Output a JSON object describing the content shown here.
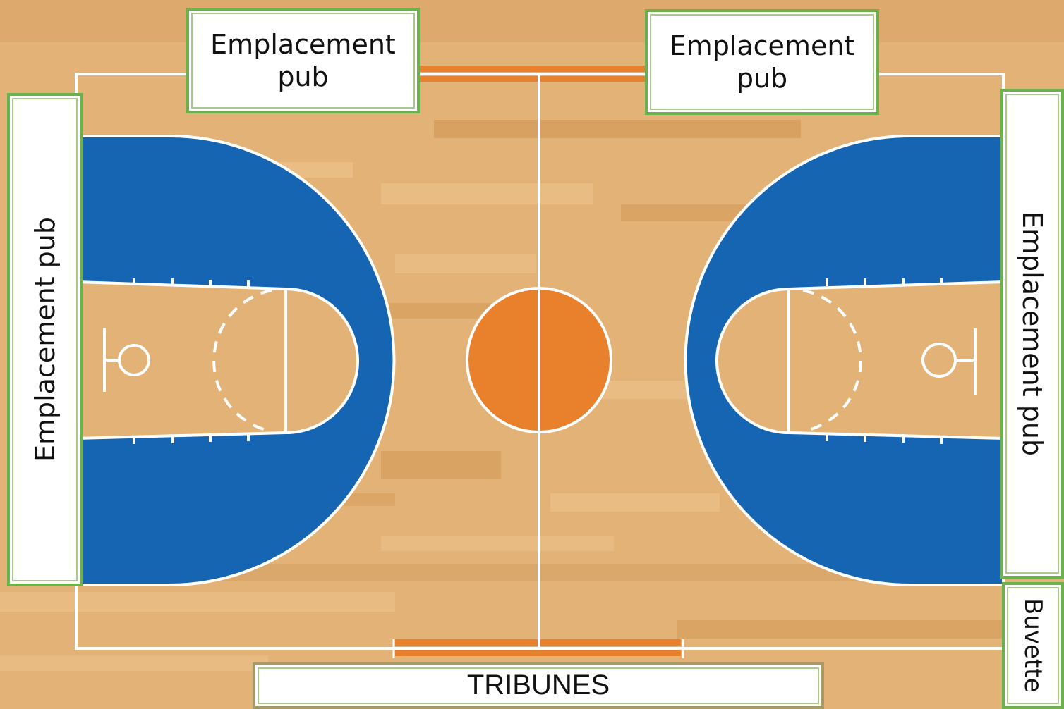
{
  "colors": {
    "floor_light": "#e6b87c",
    "floor_dark": "#cf9350",
    "paint_blue": "#1565b3",
    "center_orange": "#e8802c",
    "court_line": "#ffffff",
    "ad_border": "#6db14c",
    "tribunes_border": "#a69a68"
  },
  "labels": {
    "ad_top_left": "Emplacement\npub",
    "ad_top_right": "Emplacement\npub",
    "ad_left": "Emplacement pub",
    "ad_right": "Emplacement pub",
    "buvette": "Buvette",
    "tribunes": "TRIBUNES"
  }
}
